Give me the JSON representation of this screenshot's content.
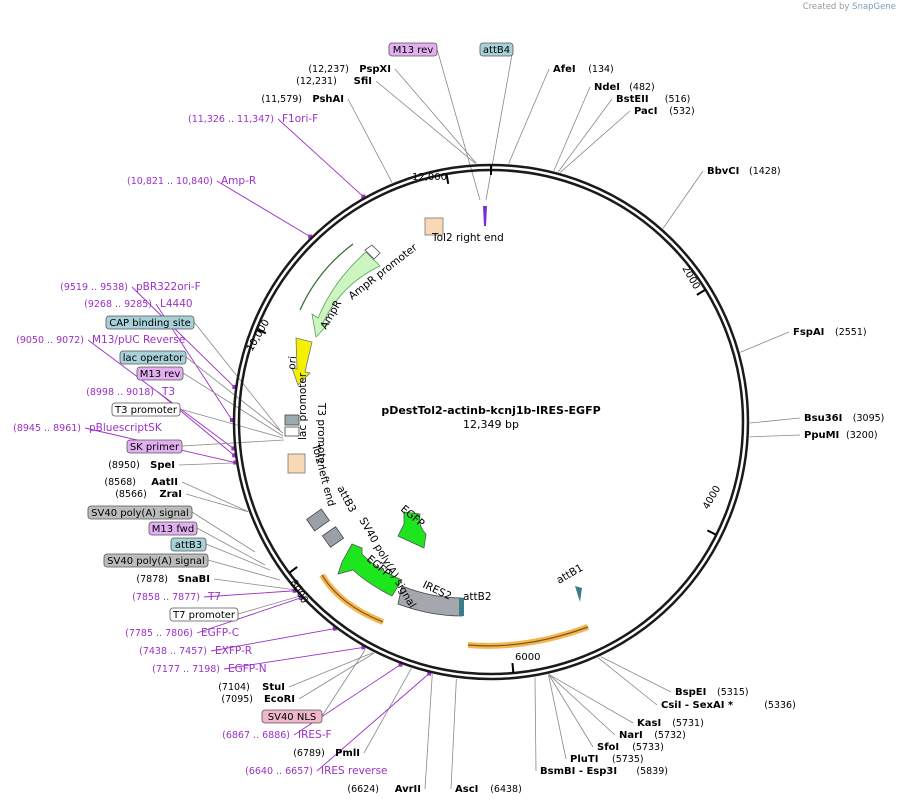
{
  "credit": {
    "prefix": "Created by",
    "brand": "SnapGene"
  },
  "plasmid": {
    "name": "pDestTol2-actinb-kcnj1b-IRES-EGFP",
    "size": "12,349 bp",
    "length": 12349
  },
  "ticks": [
    "2000",
    "4000",
    "6000",
    "8000",
    "10,000",
    "12,000"
  ],
  "sites": [
    {
      "name": "AfeI",
      "pos": "(134)",
      "bp": 134,
      "side": "r"
    },
    {
      "name": "NdeI",
      "pos": "(482)",
      "bp": 482,
      "side": "r"
    },
    {
      "name": "BstEII",
      "pos": "(516)",
      "bp": 516,
      "side": "r"
    },
    {
      "name": "PacI",
      "pos": "(532)",
      "bp": 532,
      "side": "r"
    },
    {
      "name": "BbvCI",
      "pos": "(1428)",
      "bp": 1428,
      "side": "r"
    },
    {
      "name": "FspAI",
      "pos": "(2551)",
      "bp": 2551,
      "side": "r"
    },
    {
      "name": "Bsu36I",
      "pos": "(3095)",
      "bp": 3095,
      "side": "r"
    },
    {
      "name": "PpuMI",
      "pos": "(3200)",
      "bp": 3200,
      "side": "r"
    },
    {
      "name": "BspEI",
      "pos": "(5315)",
      "bp": 5315,
      "side": "r"
    },
    {
      "name": "CsiI - SexAI *",
      "pos": "(5336)",
      "bp": 5336,
      "side": "r"
    },
    {
      "name": "KasI",
      "pos": "(5731)",
      "bp": 5731,
      "side": "r"
    },
    {
      "name": "NarI",
      "pos": "(5732)",
      "bp": 5732,
      "side": "r"
    },
    {
      "name": "SfoI",
      "pos": "(5733)",
      "bp": 5733,
      "side": "r"
    },
    {
      "name": "PluTI",
      "pos": "(5735)",
      "bp": 5735,
      "side": "r"
    },
    {
      "name": "BsmBI - Esp3I",
      "pos": "(5839)",
      "bp": 5839,
      "side": "r"
    },
    {
      "name": "AscI",
      "pos": "(6438)",
      "bp": 6438,
      "side": "r"
    },
    {
      "name": "AvrII",
      "pos": "(6624)",
      "bp": 6624,
      "side": "l"
    },
    {
      "name": "PmlI",
      "pos": "(6789)",
      "bp": 6789,
      "side": "l"
    },
    {
      "name": "EcoRI",
      "pos": "(7095)",
      "bp": 7095,
      "side": "l"
    },
    {
      "name": "StuI",
      "pos": "(7104)",
      "bp": 7104,
      "side": "l"
    },
    {
      "name": "SnaBI",
      "pos": "(7878)",
      "bp": 7878,
      "side": "l"
    },
    {
      "name": "ZraI",
      "pos": "(8566)",
      "bp": 8566,
      "side": "l"
    },
    {
      "name": "AatII",
      "pos": "(8568)",
      "bp": 8568,
      "side": "l"
    },
    {
      "name": "SpeI",
      "pos": "(8950)",
      "bp": 8950,
      "side": "l"
    },
    {
      "name": "PshAI",
      "pos": "(11,579)",
      "bp": 11579,
      "side": "l"
    },
    {
      "name": "SfiI",
      "pos": "(12,231)",
      "bp": 12231,
      "side": "l"
    },
    {
      "name": "PspXI",
      "pos": "(12,237)",
      "bp": 12237,
      "side": "l"
    }
  ],
  "primers": [
    {
      "name": "F1ori-F",
      "pos": "(11,326 .. 11,347)",
      "bp": 11336
    },
    {
      "name": "Amp-R",
      "pos": "(10,821 .. 10,840)",
      "bp": 10830
    },
    {
      "name": "pBR322ori-F",
      "pos": "(9519 .. 9538)",
      "bp": 9528
    },
    {
      "name": "L4440",
      "pos": "(9268 .. 9285)",
      "bp": 9276
    },
    {
      "name": "M13/pUC Reverse",
      "pos": "(9050 .. 9072)",
      "bp": 9061
    },
    {
      "name": "T3",
      "pos": "(8998 .. 9018)",
      "bp": 9008
    },
    {
      "name": "pBluescriptSK",
      "pos": "(8945 .. 8961)",
      "bp": 8953
    },
    {
      "name": "T7",
      "pos": "(7858 .. 7877)",
      "bp": 7867
    },
    {
      "name": "EGFP-C",
      "pos": "(7785 .. 7806)",
      "bp": 7795
    },
    {
      "name": "EXFP-R",
      "pos": "(7438 .. 7457)",
      "bp": 7447
    },
    {
      "name": "EGFP-N",
      "pos": "(7177 .. 7198)",
      "bp": 7187
    },
    {
      "name": "IRES-F",
      "pos": "(6867 .. 6886)",
      "bp": 6876
    },
    {
      "name": "IRES reverse",
      "pos": "(6640 .. 6657)",
      "bp": 6648
    }
  ],
  "chips": [
    {
      "name": "M13 rev",
      "kind": "purple",
      "bp": 12300
    },
    {
      "name": "attB4",
      "kind": "teal",
      "bp": 12330
    },
    {
      "name": "CAP binding site",
      "kind": "teal",
      "bp": 9150
    },
    {
      "name": "lac operator",
      "kind": "teal",
      "bp": 9085
    },
    {
      "name": "M13 rev",
      "kind": "purple",
      "bp": 9040
    },
    {
      "name": "T3 promoter",
      "kind": "white",
      "bp": 8990
    },
    {
      "name": "SK primer",
      "kind": "purple",
      "bp": 8955
    },
    {
      "name": "SV40 poly(A) signal",
      "kind": "grey",
      "bp": 8450
    },
    {
      "name": "M13 fwd",
      "kind": "purple",
      "bp": 8300
    },
    {
      "name": "attB3",
      "kind": "teal",
      "bp": 8260
    },
    {
      "name": "SV40 poly(A) signal",
      "kind": "grey",
      "bp": 8120
    },
    {
      "name": "T7 promoter",
      "kind": "white",
      "bp": 7860
    },
    {
      "name": "SV40 NLS",
      "kind": "pink",
      "bp": 6950
    }
  ],
  "features": [
    {
      "name": "Tol2 right end"
    },
    {
      "name": "AmpR promoter"
    },
    {
      "name": "AmpR"
    },
    {
      "name": "ori"
    },
    {
      "name": "lac promoter"
    },
    {
      "name": "T3 promoter"
    },
    {
      "name": "Tol2 left end"
    },
    {
      "name": "attB3"
    },
    {
      "name": "SV40 poly(A) signal"
    },
    {
      "name": "EGFP"
    },
    {
      "name": "EGFP"
    },
    {
      "name": "IRES2"
    },
    {
      "name": "attB2"
    },
    {
      "name": "attB1"
    }
  ],
  "colors": {
    "backbone": "#1a1a1a",
    "primer": "#9b30c8",
    "teal": "#8fc2cc",
    "purple": "#e2b0f0",
    "grey": "#b9b9b9",
    "pink": "#f0b7c8",
    "green": "#1ee61e",
    "lightgreen": "#ccf5c0",
    "yellow": "#f5f000",
    "orange": "#f4b650",
    "peach": "#f9d8b5",
    "ires": "#a4a8ae"
  }
}
